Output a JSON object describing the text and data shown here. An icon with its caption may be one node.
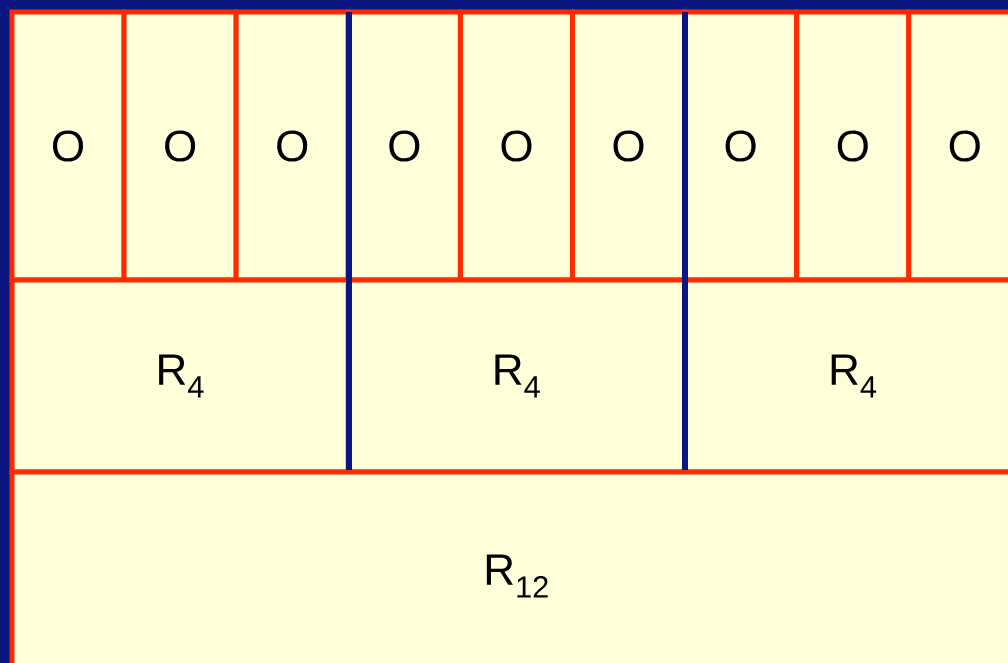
{
  "diagram": {
    "nodes": [
      {
        "text": [
          "O"
        ]
      },
      {
        "text": [
          "O"
        ]
      },
      {
        "text": [
          "O"
        ]
      },
      {
        "text": [
          "O"
        ]
      },
      {
        "text": [
          "O"
        ]
      },
      {
        "text": [
          "O"
        ]
      },
      {
        "text": [
          "O"
        ]
      },
      {
        "text": [
          "O"
        ]
      },
      {
        "text": [
          "O"
        ]
      },
      {
        "text": [
          "R$_{4}$"
        ]
      },
      {
        "text": [
          "R$_{4}$"
        ]
      },
      {
        "text": [
          "R$_{4}$"
        ]
      },
      {
        "text": [
          "R$_{12}$"
        ]
      }
    ]
  }
}
